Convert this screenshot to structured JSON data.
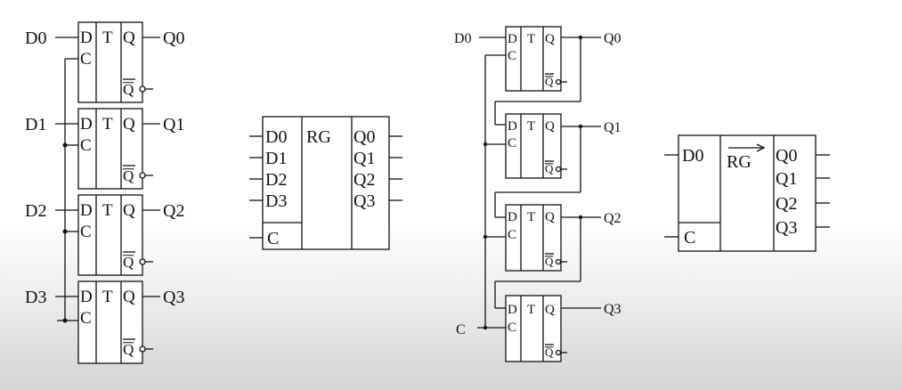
{
  "parallel_register": {
    "input_labels": [
      "D0",
      "D1",
      "D2",
      "D3"
    ],
    "output_labels": [
      "Q0",
      "Q1",
      "Q2",
      "Q3"
    ],
    "cell": {
      "d_pin": "D",
      "c_pin": "C",
      "type_label": "T",
      "q_pin": "Q",
      "qbar_pin": "Q"
    }
  },
  "parallel_symbol": {
    "inputs": [
      "D0",
      "D1",
      "D2",
      "D3"
    ],
    "clock": "C",
    "name": "RG",
    "outputs": [
      "Q0",
      "Q1",
      "Q2",
      "Q3"
    ]
  },
  "shift_register": {
    "data_input": "D0",
    "clock_input": "C",
    "output_labels": [
      "Q0",
      "Q1",
      "Q2",
      "Q3"
    ],
    "cell": {
      "d_pin": "D",
      "c_pin": "C",
      "type_label": "T",
      "q_pin": "Q",
      "qbar_pin": "Q"
    }
  },
  "shift_symbol": {
    "input": "D0",
    "clock": "C",
    "name": "RG",
    "outputs": [
      "Q0",
      "Q1",
      "Q2",
      "Q3"
    ]
  }
}
